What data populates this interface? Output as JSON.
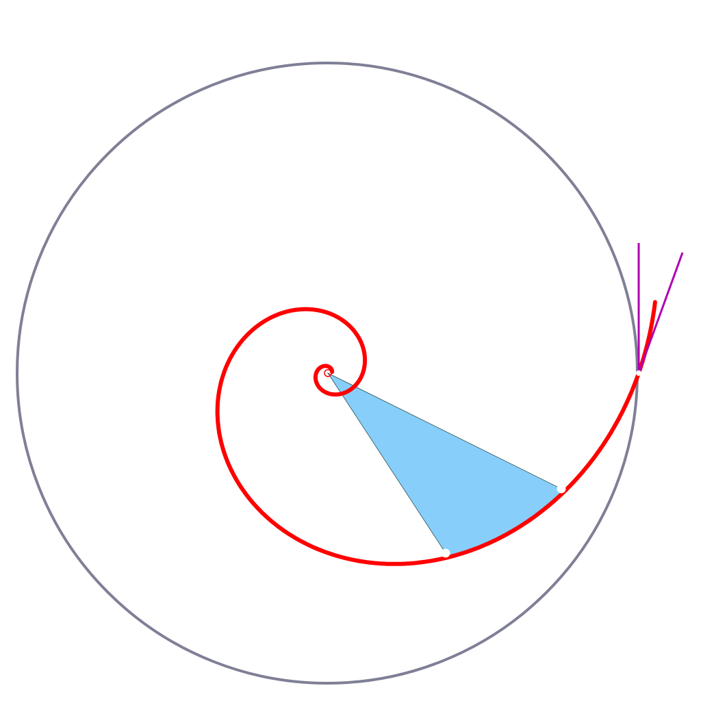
{
  "figure": {
    "kind": "logarithmic spiral inside bounding circle",
    "colors": {
      "background": "#ffffff",
      "circle": "#7f7f96",
      "spiral": "#ff0000",
      "sector_fill": "#87cefa",
      "sector_edge": "#2f4f4f",
      "tangent_lines": "#b000b0",
      "markers": "#ffffff"
    },
    "elements": [
      "bounding-circle",
      "spiral-curve",
      "shaded-sector",
      "tangent-line",
      "radial-line",
      "marker-points"
    ]
  }
}
